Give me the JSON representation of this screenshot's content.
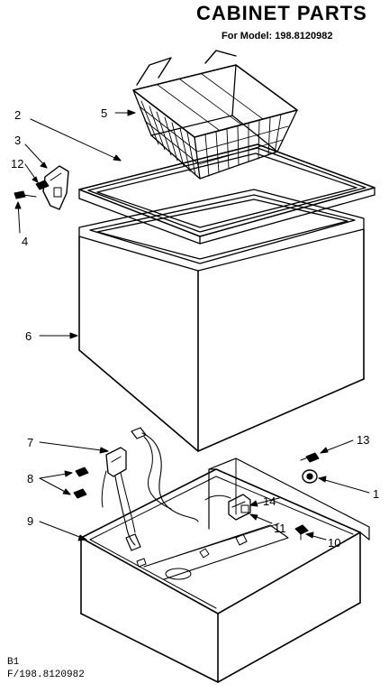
{
  "header": {
    "title": "CABINET PARTS",
    "model_line": "For Model: 198.8120982"
  },
  "callouts": [
    "1",
    "2",
    "3",
    "4",
    "5",
    "6",
    "7",
    "8",
    "9",
    "10",
    "11",
    "12",
    "13",
    "14"
  ],
  "footer": {
    "line1": "B1",
    "line2": "F/198.8120982"
  }
}
